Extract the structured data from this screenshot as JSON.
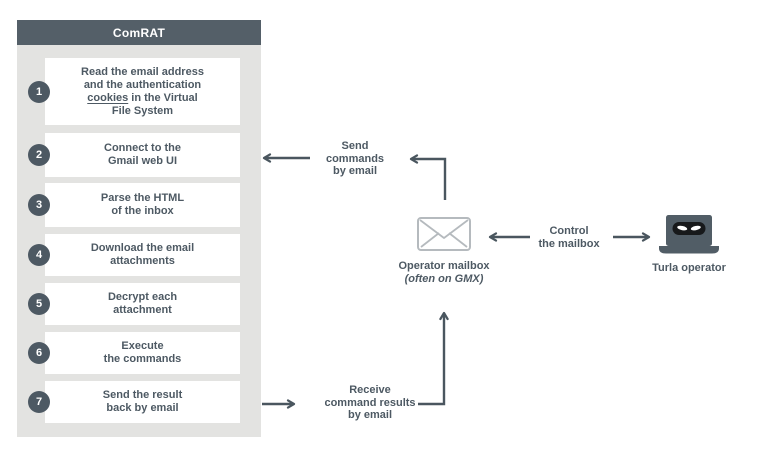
{
  "panel": {
    "title": "ComRAT",
    "steps": [
      {
        "num": "1",
        "text_before": "Read the email address\nand the authentication\n",
        "underlined": "cookies",
        "text_after": " in the Virtual\nFile System"
      },
      {
        "num": "2",
        "text": "Connect to the\nGmail web UI"
      },
      {
        "num": "3",
        "text": "Parse the HTML\nof the inbox"
      },
      {
        "num": "4",
        "text": "Download the email\nattachments"
      },
      {
        "num": "5",
        "text": "Decrypt each\nattachment"
      },
      {
        "num": "6",
        "text": "Execute\nthe commands"
      },
      {
        "num": "7",
        "text": "Send the result\nback by email"
      }
    ]
  },
  "flow": {
    "send_label": "Send\ncommands\nby email",
    "receive_label": "Receive\ncommand results\nby email",
    "control_label": "Control\nthe mailbox",
    "mailbox_title": "Operator mailbox",
    "mailbox_subtitle": "(often on GMX)",
    "turla_label": "Turla operator"
  },
  "icons": {
    "mailbox": "envelope-icon",
    "operator": "masked-laptop-icon"
  },
  "colors": {
    "accent_slate": "#4d5963",
    "header_bg": "#545f68",
    "panel_bg": "#e3e3e1",
    "step_box_bg": "#ffffff",
    "envelope_stroke": "#b5babe",
    "mask_black": "#17191b",
    "background": "#ffffff"
  }
}
